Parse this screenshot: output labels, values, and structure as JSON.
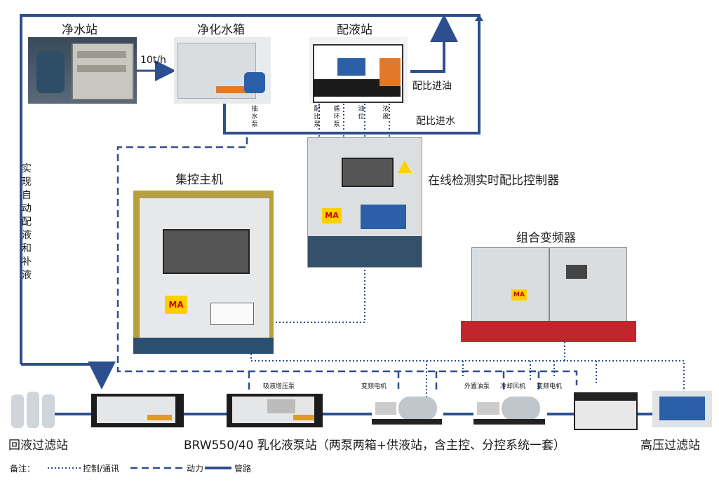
{
  "stations": {
    "clean_water": "净水站",
    "purify_tank": "净化水箱",
    "mixing": "配液站",
    "controller": "集控主机",
    "online_detector": "在线检测实时配比控制器",
    "inverter": "组合变频器",
    "return_filter": "回液过滤站",
    "pump_station": "BRW550/40 乳化液泵站（两泵两箱+供液站，含主控、分控系统一套）",
    "hp_filter": "高压过滤站"
  },
  "flow": {
    "rate": "10t/h",
    "oil_in": "配比进油",
    "water_in": "配比进水"
  },
  "vertical": {
    "pump_water": [
      "抽",
      "水",
      "泵"
    ],
    "ratio_pump": [
      "配",
      "比",
      "泵"
    ],
    "circ_pump": [
      "循",
      "环",
      "泵"
    ],
    "oil_level": [
      "油",
      "位"
    ],
    "concentration": [
      "浓",
      "度"
    ],
    "auto_note": [
      "实",
      "现",
      "自",
      "动",
      "配",
      "液",
      "和",
      "补",
      "液"
    ]
  },
  "small_labels": {
    "suction_pump": "吸液增压泵",
    "vfd_motor_1": "变频电机",
    "ext_oil_pump": "外置油泵",
    "cooling_fan": "冷却风机",
    "vfd_motor_2": "变频电机"
  },
  "badges": {
    "ma_1": "MA",
    "ma_2": "MA",
    "ma_3": "MA"
  },
  "legend": {
    "prefix": "备注：",
    "control": "控制/通讯",
    "power": "动力",
    "pipe": "管路"
  },
  "colors": {
    "pipe": "#2e4f8f",
    "control": "#2e4f8f",
    "frame_red": "#c0262c",
    "equipment_gray": "#d9dde0"
  }
}
